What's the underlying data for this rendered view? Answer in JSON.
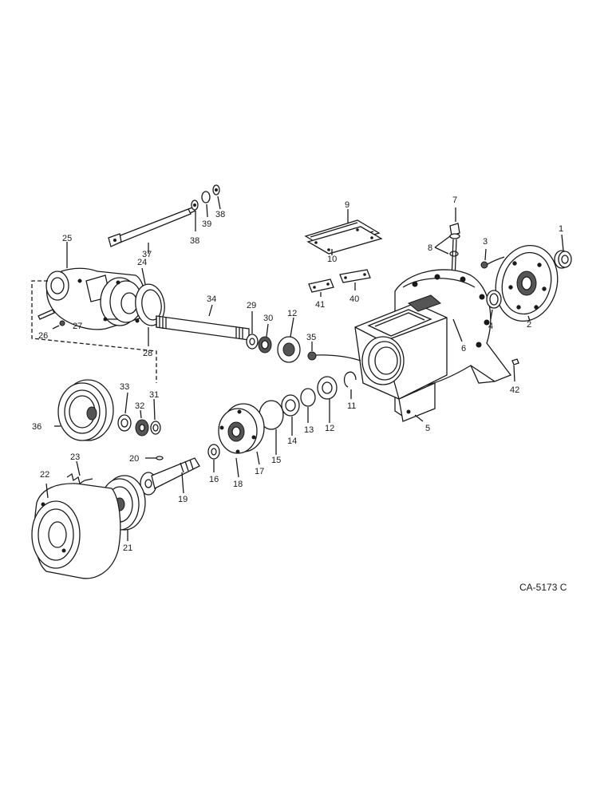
{
  "diagram": {
    "code": "CA-5173 C",
    "callouts": [
      "1",
      "2",
      "3",
      "4",
      "5",
      "6",
      "7",
      "8",
      "9",
      "10",
      "11",
      "12",
      "12",
      "13",
      "14",
      "15",
      "16",
      "17",
      "18",
      "19",
      "20",
      "21",
      "22",
      "23",
      "24",
      "25",
      "26",
      "27",
      "28",
      "29",
      "30",
      "31",
      "32",
      "33",
      "34",
      "35",
      "36",
      "37",
      "38",
      "38",
      "39",
      "40",
      "41",
      "42"
    ]
  }
}
